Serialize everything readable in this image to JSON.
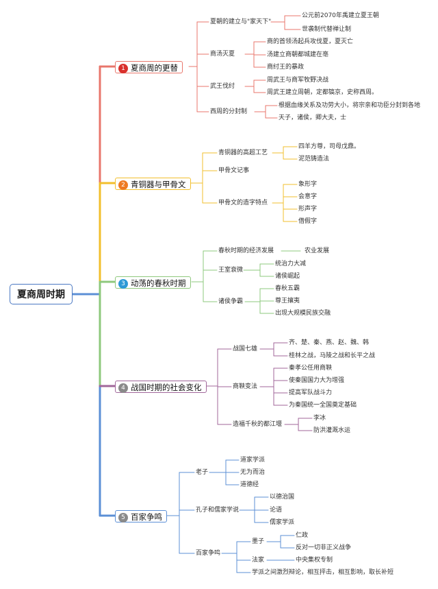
{
  "root": "夏商周时期",
  "branches": [
    {
      "num": "1",
      "label": "夏商周的更替",
      "color": "#e8766b",
      "badge": "#d9302c",
      "children": [
        {
          "label": "夏朝的建立与\"家天下\"",
          "children": [
            "公元前2070年禹建立夏王朝",
            "世袭制代替禅让制"
          ]
        },
        {
          "label": "商汤灭夏",
          "children": [
            "商的首领汤起兵攻伐夏，夏灭亡",
            "汤建立商朝都城建在亳",
            "商纣王的暴政"
          ]
        },
        {
          "label": "武王伐纣",
          "children": [
            "周武王与商军牧野决战",
            "周武王建立周朝，定都镐京，史称西周。"
          ]
        },
        {
          "label": "西周的分封制",
          "children": [
            "根据血缘关系及功劳大小，将宗亲和功臣分封到各地",
            "天子，诸侯，卿大夫，士"
          ]
        }
      ]
    },
    {
      "num": "2",
      "label": "青铜器与甲骨文",
      "color": "#f2bf2c",
      "badge": "#ee7a22",
      "children": [
        {
          "label": "青铜器的高超工艺",
          "children": [
            "四羊方尊，司母戊鼎。",
            "泥范铸造法"
          ]
        },
        {
          "label": "甲骨文记事",
          "children": []
        },
        {
          "label": "甲骨文的造字特点",
          "children": [
            "象形字",
            "会意字",
            "形声字",
            "借假字"
          ]
        }
      ]
    },
    {
      "num": "3",
      "label": "动荡的春秋时期",
      "color": "#8ec87c",
      "badge": "#2d9ad6",
      "children": [
        {
          "label": "春秋时期的经济发展",
          "children": [
            "农业发展"
          ]
        },
        {
          "label": "王室衰微",
          "children": [
            "统治力大减",
            "诸侯崛起"
          ]
        },
        {
          "label": "诸侯争霸",
          "children": [
            "春秋五霸",
            "尊王攘夷",
            "出现大规模民族交融"
          ]
        }
      ]
    },
    {
      "num": "4",
      "label": "战国时期的社会变化",
      "color": "#a0669a",
      "badge": "#8a8a8a",
      "children": [
        {
          "label": "战国七雄",
          "children": [
            "齐、楚、秦、燕、赵、魏、韩",
            "桂林之战，马陵之战和长平之战"
          ]
        },
        {
          "label": "商鞅变法",
          "children": [
            "秦孝公任用商鞅",
            "使秦国国力大为增强",
            "提高军队战斗力",
            "为秦国统一全国奠定基础"
          ]
        },
        {
          "label": "造福千秋的都江堰",
          "children": [
            "李冰",
            "防洪灌溉水运"
          ]
        }
      ]
    },
    {
      "num": "5",
      "label": "百家争鸣",
      "color": "#5b8fd6",
      "badge": "#8a8a8a",
      "children": [
        {
          "label": "老子",
          "children": [
            "道家学派",
            "无为而治",
            "道德经"
          ]
        },
        {
          "label": "孔子和儒家学说",
          "children": [
            "以德治国",
            "论语",
            "儒家学派"
          ]
        },
        {
          "label": "百家争鸣",
          "children": [
            {
              "label": "墨子",
              "children": [
                "仁政",
                "反对一切非正义战争"
              ]
            },
            {
              "label": "法家",
              "children": [
                "中央集权专制"
              ]
            },
            {
              "label": "学派之间激烈辩论，相互抨击，相互影响，取长补短",
              "children": []
            }
          ]
        }
      ]
    }
  ]
}
